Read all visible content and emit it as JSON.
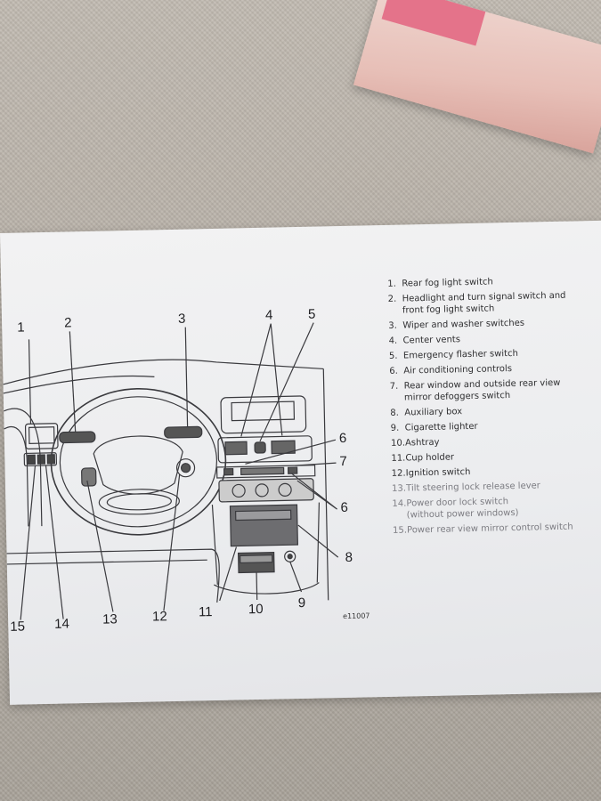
{
  "legend": [
    {
      "num": "1.",
      "text": "Rear fog light switch"
    },
    {
      "num": "2.",
      "text": "Headlight and turn signal switch and",
      "sub": "front fog light switch"
    },
    {
      "num": "3.",
      "text": "Wiper and washer switches"
    },
    {
      "num": "4.",
      "text": "Center vents"
    },
    {
      "num": "5.",
      "text": "Emergency flasher switch"
    },
    {
      "num": "6.",
      "text": "Air conditioning controls"
    },
    {
      "num": "7.",
      "text": "Rear window and outside rear view",
      "sub": "mirror defoggers switch"
    },
    {
      "num": "8.",
      "text": "Auxiliary box"
    },
    {
      "num": "9.",
      "text": "Cigarette lighter"
    },
    {
      "num": "10.",
      "text": "Ashtray"
    },
    {
      "num": "11.",
      "text": "Cup holder"
    },
    {
      "num": "12.",
      "text": "Ignition switch"
    },
    {
      "num": "13.",
      "text": "Tilt steering lock release lever"
    },
    {
      "num": "14.",
      "text": "Power door lock switch",
      "sub": "(without power windows)"
    },
    {
      "num": "15.",
      "text": "Power rear view mirror control switch"
    }
  ],
  "callouts": {
    "c1": "1",
    "c2": "2",
    "c3": "3",
    "c4": "4",
    "c5": "5",
    "c6a": "6",
    "c7": "7",
    "c6b": "6",
    "c8": "8",
    "c9": "9",
    "c10": "10",
    "c11": "11",
    "c12": "12",
    "c13": "13",
    "c14": "14",
    "c15": "15"
  },
  "figure_code": "e11007"
}
